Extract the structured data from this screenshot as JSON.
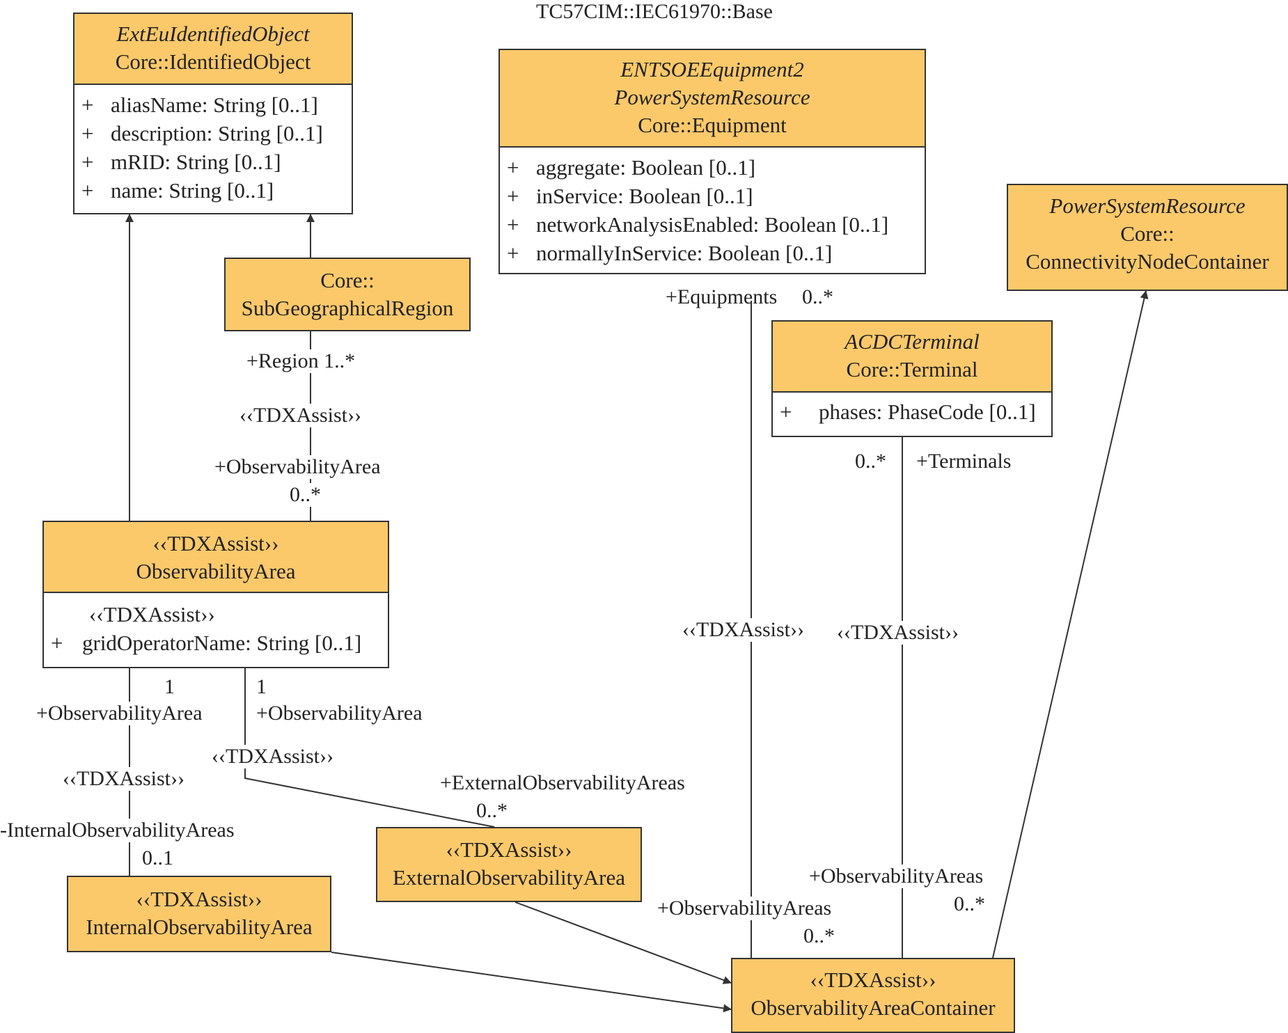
{
  "package_title": "TC57CIM::IEC61970::Base",
  "classes": {
    "ext_eu_identified_object": {
      "italic_name": "ExtEuIdentifiedObject",
      "qualified_name": "Core::IdentifiedObject",
      "attributes": [
        {
          "vis": "+",
          "text": "aliasName: String [0..1]"
        },
        {
          "vis": "+",
          "text": "description: String [0..1]"
        },
        {
          "vis": "+",
          "text": "mRID: String [0..1]"
        },
        {
          "vis": "+",
          "text": "name: String [0..1]"
        }
      ]
    },
    "sub_geographical_region": {
      "line1": "Core::",
      "line2": "SubGeographicalRegion"
    },
    "entsoe_equipment": {
      "italic_line1": "ENTSOEEquipment2",
      "italic_line2": "PowerSystemResource",
      "qualified_name": "Core::Equipment",
      "attributes": [
        {
          "vis": "+",
          "text": "aggregate: Boolean [0..1]"
        },
        {
          "vis": "+",
          "text": "inService: Boolean [0..1]"
        },
        {
          "vis": "+",
          "text": "networkAnalysisEnabled: Boolean [0..1]"
        },
        {
          "vis": "+",
          "text": "normallyInService: Boolean [0..1]"
        }
      ]
    },
    "power_system_resource": {
      "italic_name": "PowerSystemResource",
      "line1": "Core::",
      "line2": "ConnectivityNodeContainer"
    },
    "acdc_terminal": {
      "italic_name": "ACDCTerminal",
      "qualified_name": "Core::Terminal",
      "attributes": [
        {
          "vis": "+",
          "text": "phases: PhaseCode [0..1]"
        }
      ]
    },
    "observability_area": {
      "stereotype": "‹‹TDXAssist››",
      "name": "ObservabilityArea",
      "attr_stereotype": "‹‹TDXAssist››",
      "attributes": [
        {
          "vis": "+",
          "text": "gridOperatorName: String [0..1]"
        }
      ]
    },
    "external_observability_area": {
      "stereotype": "‹‹TDXAssist››",
      "name": "ExternalObservabilityArea"
    },
    "internal_observability_area": {
      "stereotype": "‹‹TDXAssist››",
      "name": "InternalObservabilityArea"
    },
    "observability_area_container": {
      "stereotype": "‹‹TDXAssist››",
      "name": "ObservabilityAreaContainer"
    }
  },
  "associations": {
    "region_role": "+Region 1..*",
    "region_stereotype": "‹‹TDXAssist››",
    "region_obs_role": "+ObservabilityArea",
    "region_obs_mult": "0..*",
    "internal_mult_1": "1",
    "internal_obs_role": "+ObservabilityArea",
    "internal_stereotype": "‹‹TDXAssist››",
    "internal_role": "-InternalObservabilityAreas",
    "internal_mult": "0..1",
    "external_mult_1": "1",
    "external_obs_role": "+ObservabilityArea",
    "external_stereotype": "‹‹TDXAssist››",
    "external_role": "+ExternalObservabilityAreas",
    "external_mult": "0..*",
    "equipments_role": "+Equipments",
    "equipments_mult": "0..*",
    "equipments_stereotype": "‹‹TDXAssist››",
    "equipments_obs_role": "+ObservabilityAreas",
    "equipments_obs_mult": "0..*",
    "terminals_mult": "0..*",
    "terminals_role": "+Terminals",
    "terminals_stereotype": "‹‹TDXAssist››",
    "terminals_obs_role": "+ObservabilityAreas",
    "terminals_obs_mult": "0..*"
  }
}
